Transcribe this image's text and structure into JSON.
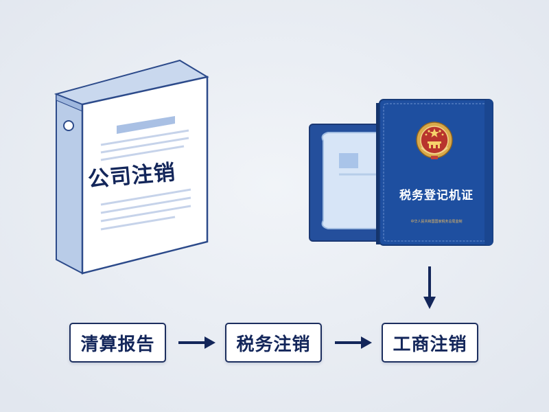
{
  "binder": {
    "title": "公司注销"
  },
  "certificate": {
    "title": "税务登记机证",
    "issuer": "中华人民共和国国家税务总局监制"
  },
  "flow": {
    "steps": [
      {
        "label": "清算报告"
      },
      {
        "label": "税务注销"
      },
      {
        "label": "工商注销"
      }
    ]
  },
  "colors": {
    "background": "#e8ecf3",
    "navy": "#13265a",
    "certificate_blue": "#1e4fa0",
    "binder_blue": "#b9cce8",
    "gold": "#e8b962"
  },
  "icons": [
    "binder-icon",
    "certificate-icon",
    "national-emblem-icon",
    "arrow-right-icon",
    "arrow-down-icon"
  ]
}
